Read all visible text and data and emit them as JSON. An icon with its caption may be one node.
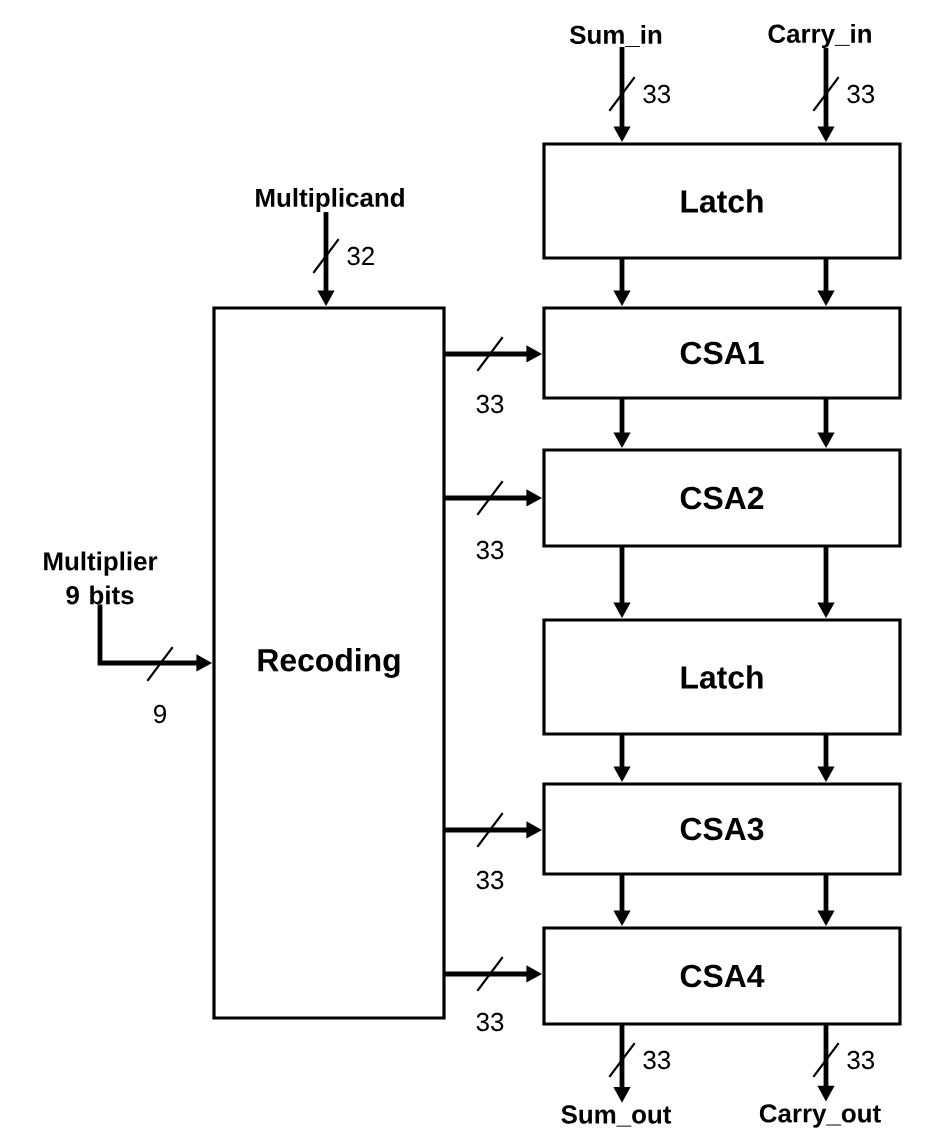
{
  "diagram": {
    "nodes": [
      {
        "text": [
          "Sum_in"
        ]
      },
      {
        "text": [
          "Carry_in"
        ]
      },
      {
        "text": [
          "Latch"
        ]
      },
      {
        "text": [
          "Multiplicand"
        ]
      },
      {
        "text": [
          "CSA1"
        ]
      },
      {
        "text": [
          "CSA2"
        ]
      },
      {
        "text": [
          "Multiplier 9 bits"
        ]
      },
      {
        "text": [
          "Recoding"
        ]
      },
      {
        "text": [
          "Latch"
        ]
      },
      {
        "text": [
          "CSA3"
        ]
      },
      {
        "text": [
          "CSA4"
        ]
      },
      {
        "text": [
          "Sum_out"
        ]
      },
      {
        "text": [
          "Carry_out"
        ]
      }
    ],
    "edges": [
      {
        "from": 0,
        "to": 2,
        "arrow": "to",
        "label": "33"
      },
      {
        "from": 1,
        "to": 2,
        "arrow": "to",
        "label": "33"
      },
      {
        "from": 3,
        "to": 7,
        "arrow": "to",
        "label": "32"
      },
      {
        "from": 6,
        "to": 7,
        "arrow": "to",
        "label": "9"
      },
      {
        "from": 2,
        "to": 4,
        "arrow": "to"
      },
      {
        "from": 2,
        "to": 4,
        "arrow": "to"
      },
      {
        "from": 4,
        "to": 5,
        "arrow": "to"
      },
      {
        "from": 4,
        "to": 5,
        "arrow": "to"
      },
      {
        "from": 5,
        "to": 8,
        "arrow": "to"
      },
      {
        "from": 5,
        "to": 8,
        "arrow": "to"
      },
      {
        "from": 8,
        "to": 9,
        "arrow": "to"
      },
      {
        "from": 8,
        "to": 9,
        "arrow": "to"
      },
      {
        "from": 9,
        "to": 10,
        "arrow": "to"
      },
      {
        "from": 9,
        "to": 10,
        "arrow": "to"
      },
      {
        "from": 7,
        "to": 4,
        "arrow": "to",
        "label": "33"
      },
      {
        "from": 7,
        "to": 5,
        "arrow": "to",
        "label": "33"
      },
      {
        "from": 7,
        "to": 9,
        "arrow": "to",
        "label": "33"
      },
      {
        "from": 7,
        "to": 10,
        "arrow": "to",
        "label": "33"
      },
      {
        "from": 10,
        "to": 11,
        "arrow": "to",
        "label": "33"
      },
      {
        "from": 10,
        "to": 12,
        "arrow": "to",
        "label": "33"
      }
    ]
  }
}
